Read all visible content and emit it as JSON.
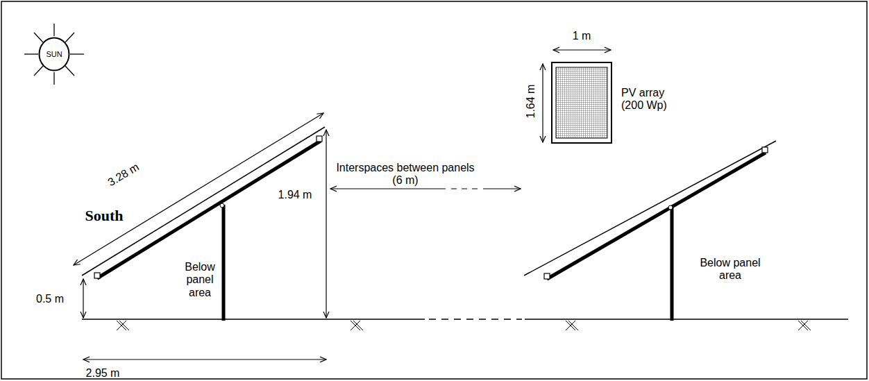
{
  "diagram": {
    "nodes": [
      {
        "text": [
          "SUN"
        ]
      }
    ],
    "labels": [
      "South",
      "3.28 m",
      "1.94 m",
      "0.5 m",
      "Below panel area",
      "2.95 m",
      "Interspaces between panels (6 m)",
      "1 m",
      "1.64 m",
      "PV array (200 Wp)",
      "Below panel area"
    ]
  }
}
